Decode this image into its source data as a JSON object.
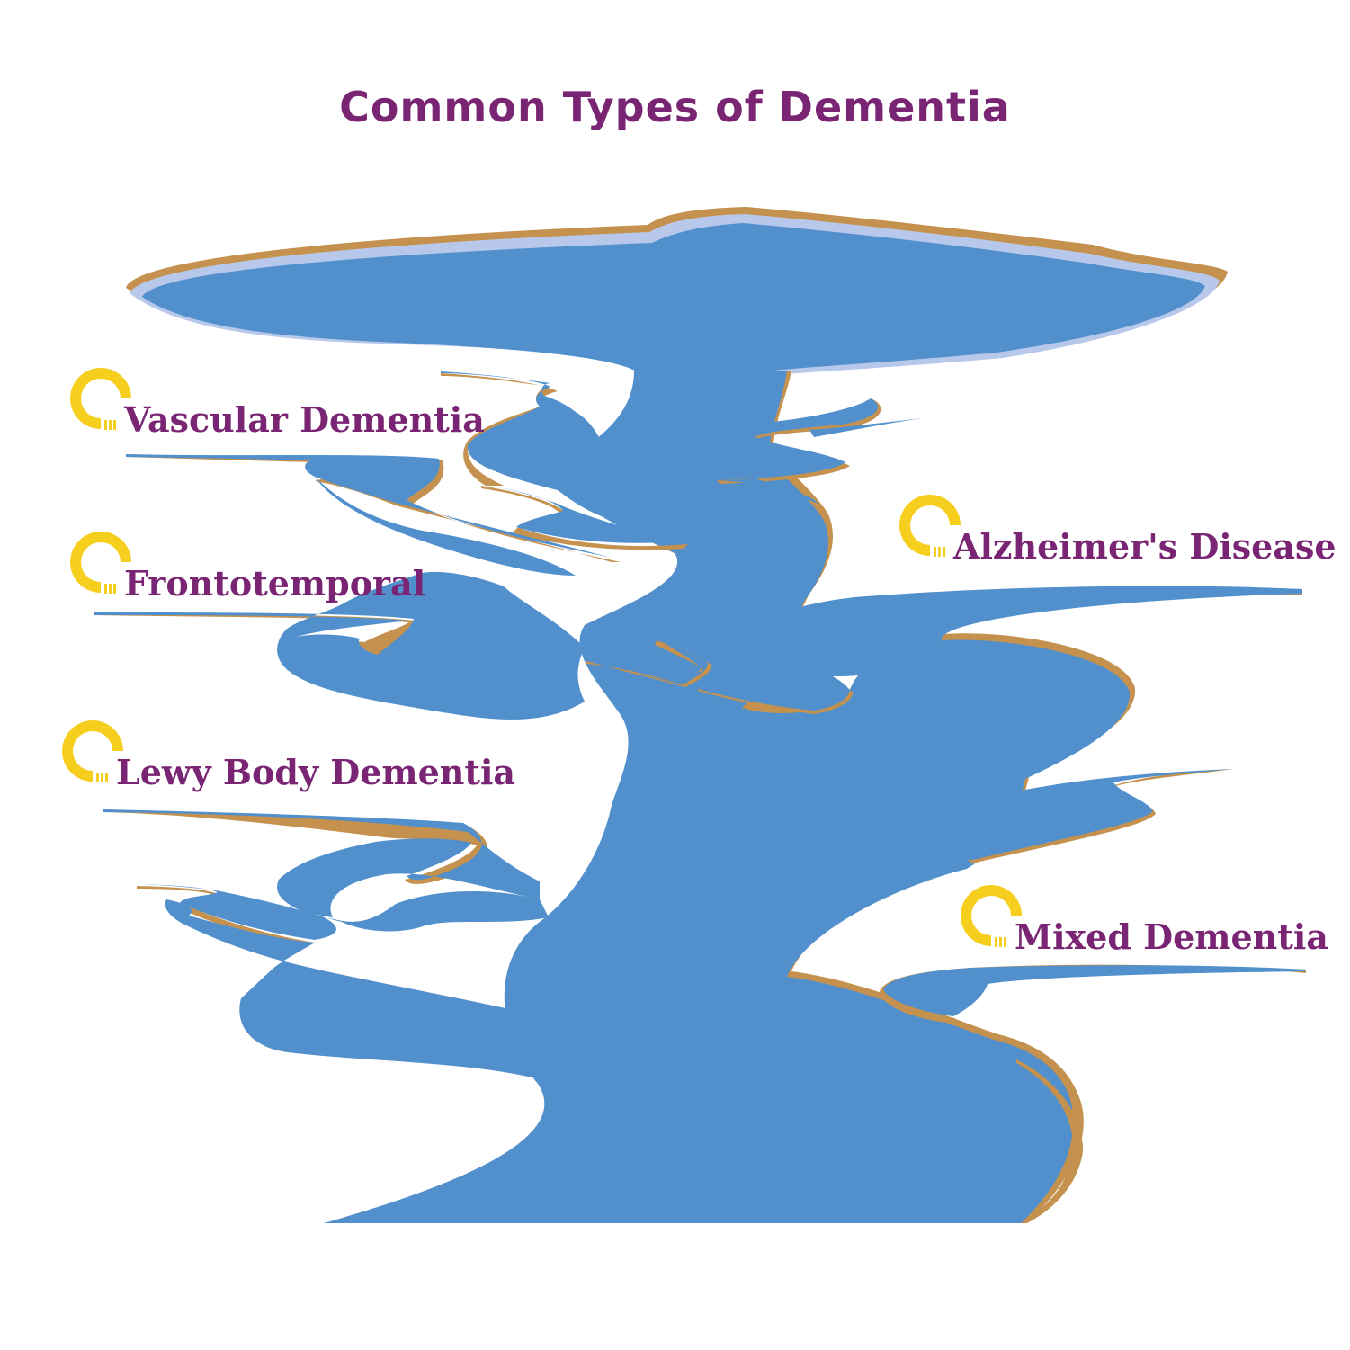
{
  "title": "Common Types of Dementia",
  "colors": {
    "water": "#5190cc",
    "bank": "#c4914e",
    "lake_rim": "#b7c8ea",
    "title": "#7a2574",
    "label": "#7a2574",
    "marker": "#f6ce1d"
  },
  "labels": [
    {
      "id": "vascular",
      "text": "Vascular Dementia"
    },
    {
      "id": "frontotemporal",
      "text": "Frontotemporal"
    },
    {
      "id": "lewy",
      "text": "Lewy Body Dementia"
    },
    {
      "id": "alzheimers",
      "text": "Alzheimer's Disease"
    },
    {
      "id": "mixed",
      "text": "Mixed Dementia"
    }
  ],
  "marker_icon": "yellow-c-ring-icon"
}
